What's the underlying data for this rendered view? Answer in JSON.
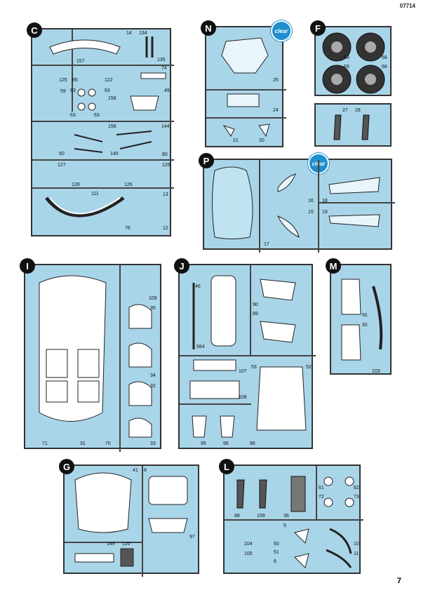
{
  "doc_code": "07714",
  "page_number": "7",
  "clear_badge": "clear",
  "sprues": {
    "C": {
      "letter": "C",
      "parts": [
        "14",
        "134",
        "135",
        "157",
        "74",
        "125",
        "85",
        "122",
        "59",
        "63",
        "63",
        "158",
        "49",
        "63",
        "63",
        "156",
        "144",
        "60",
        "145",
        "80",
        "127",
        "129",
        "128",
        "126",
        "111",
        "13",
        "76",
        "12"
      ]
    },
    "N": {
      "letter": "N",
      "parts": [
        "25",
        "24",
        "21",
        "20"
      ]
    },
    "F": {
      "letter": "F",
      "parts": [
        "69",
        "68",
        "69",
        "68"
      ]
    },
    "F2": {
      "parts": [
        "27",
        "28"
      ]
    },
    "P": {
      "letter": "P",
      "parts": [
        "16",
        "18",
        "15",
        "19",
        "17"
      ]
    },
    "I": {
      "letter": "I",
      "parts": [
        "109",
        "35",
        "34",
        "32",
        "33",
        "71",
        "31",
        "70"
      ]
    },
    "J": {
      "letter": "J",
      "parts": [
        "46",
        "4",
        "58",
        "90",
        "89",
        "107",
        "53",
        "52",
        "108",
        "95",
        "96",
        "86"
      ]
    },
    "M": {
      "letter": "M",
      "parts": [
        "91",
        "92",
        "103"
      ]
    },
    "G": {
      "letter": "G",
      "parts": [
        "41",
        "8",
        "97",
        "149",
        "120"
      ]
    },
    "L": {
      "letter": "L",
      "parts": [
        "61",
        "62",
        "72",
        "73",
        "88",
        "159",
        "36",
        "5",
        "104",
        "50",
        "10",
        "105",
        "51",
        "6",
        "11"
      ]
    }
  }
}
